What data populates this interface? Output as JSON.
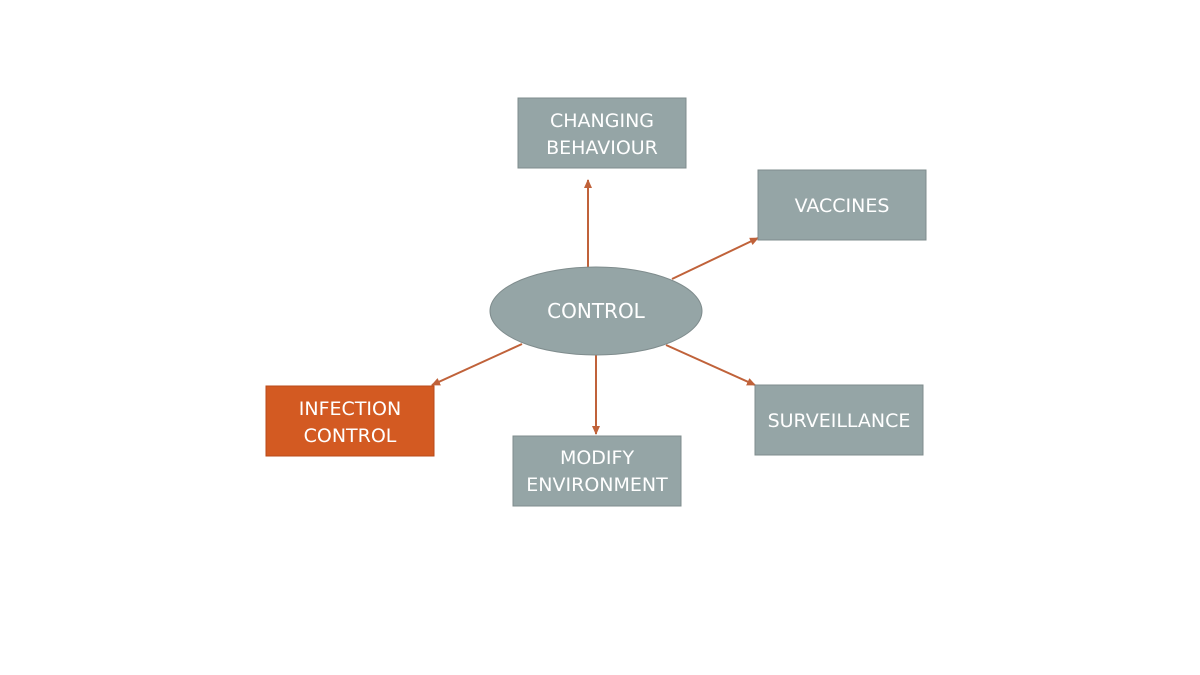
{
  "diagram": {
    "center": {
      "label": "CONTROL"
    },
    "nodes": [
      {
        "id": "changing-behaviour",
        "lines": [
          "CHANGING",
          "BEHAVIOUR"
        ]
      },
      {
        "id": "vaccines",
        "lines": [
          "VACCINES"
        ]
      },
      {
        "id": "infection-control",
        "lines": [
          "INFECTION",
          "CONTROL"
        ]
      },
      {
        "id": "modify-environment",
        "lines": [
          "MODIFY",
          "ENVIRONMENT"
        ]
      },
      {
        "id": "surveillance",
        "lines": [
          "SURVEILLANCE"
        ]
      }
    ]
  },
  "colors": {
    "box_fill": "#95a5a6",
    "box_stroke": "#7f8c8d",
    "highlight_fill": "#d35a22",
    "highlight_stroke": "#b94a18",
    "arrow": "#c0623a",
    "text": "#ffffff"
  }
}
